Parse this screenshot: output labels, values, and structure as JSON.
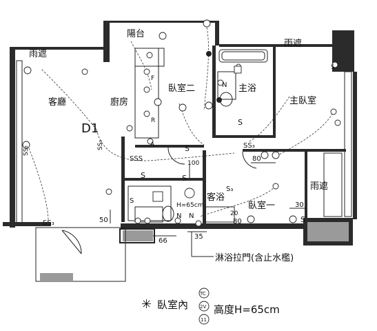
{
  "rooms": {
    "balcony": "陽台",
    "canopy_left": "雨遮",
    "canopy_top_right": "雨遮",
    "canopy_right": "雨遮",
    "living_room": "客廳",
    "kitchen": "廚房",
    "bedroom_two": "臥室二",
    "main_bath": "主浴",
    "master_bedroom": "主臥室",
    "guest_bath": "客浴",
    "bedroom_one": "臥室一"
  },
  "tags": {
    "d1": "D1",
    "sss": "SSS",
    "ss3_left": "SS₃",
    "ss3_mid": "SS₃",
    "ss3_living": "SS₃",
    "ss3_bottom_left": "SS₃",
    "s3_guest": "S₃",
    "s_1": "S",
    "s_2": "S",
    "s_3": "S",
    "s_4": "S",
    "s_5": "S",
    "s_6": "S",
    "s_7": "S",
    "n_1": "N",
    "n_2": "N",
    "n_3": "N",
    "f_1": "F",
    "r_1": "R",
    "a_1": "A",
    "tc_h": "H=65cm"
  },
  "dimensions": {
    "d100": "100",
    "d80_top": "80",
    "d50": "50",
    "d66": "66",
    "d35": "35",
    "d20": "20",
    "d80_bottom": "80",
    "d30": "30"
  },
  "annotations": {
    "shower_door": "淋浴拉門(含止水檻)",
    "legend_star": "✳",
    "legend_text": "臥室內",
    "legend_height": "高度H=65cm",
    "sym_tc": "TC",
    "sym_2v": "2V",
    "sym_11": "11"
  }
}
